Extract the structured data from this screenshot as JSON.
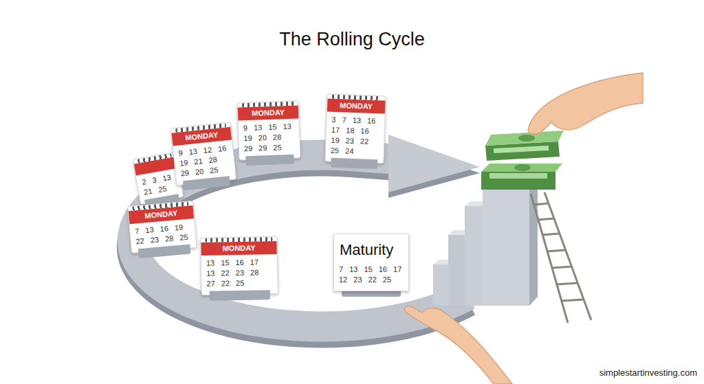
{
  "diagram": {
    "title": "The Rolling Cycle",
    "nodes": [
      {
        "text": [
          "2 3 13 21 25"
        ]
      },
      {
        "text": [
          "MONDAY",
          "9 13 12 16 19 21 28 29 20 25"
        ]
      },
      {
        "text": [
          "MONDAY",
          "9 13 15 13 19 20 28 29 29 25"
        ]
      },
      {
        "text": [
          "MONDAY",
          "3 7 13 16 17 18 16 19 23 22 25 24"
        ]
      },
      {
        "text": [
          "MONDAY",
          "7 13 16 19 22 23 28 25"
        ]
      },
      {
        "text": [
          "MONDAY",
          "13 15 16 17 13 22 23 28 27 22 25"
        ]
      },
      {
        "text": [
          "Maturity",
          "7 13 15 16 17 12 23 22 25"
        ]
      }
    ],
    "labels": [
      "simplestartinvesting.com"
    ]
  }
}
